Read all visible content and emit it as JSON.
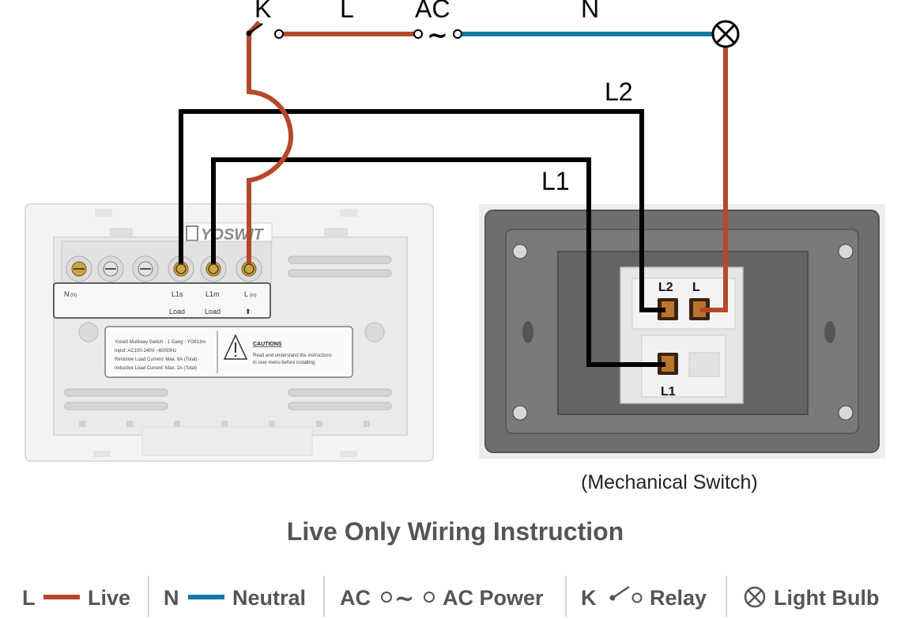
{
  "colors": {
    "live": "#b5482b",
    "neutral": "#1479a5",
    "load": "#000000",
    "text_gray": "#555555"
  },
  "top_circuit": {
    "k_label": "K",
    "l_label": "L",
    "ac_label": "AC",
    "n_label": "N",
    "ac_symbol": "~",
    "bulb_icon": "light-bulb-icon"
  },
  "wire_labels": {
    "l2": "L2",
    "l1": "L1"
  },
  "smart_switch": {
    "brand": "YOSWIT",
    "terminals": [
      {
        "top": "N",
        "sub": "(N)",
        "bottom": ""
      },
      {
        "top": "L1s",
        "sub": "",
        "bottom": "Load"
      },
      {
        "top": "L1m",
        "sub": "",
        "bottom": "Load"
      },
      {
        "top": "L",
        "sub": "(in)",
        "bottom": "⬆"
      }
    ],
    "info_lines": [
      "Yoswit Multiway Switch - 1 Gang - YO813m",
      "Input: AC100-240V ~60/50Hz",
      "Resistive Load Current: Max. 6A (Total)",
      "Inductive Load Current: Max. 2A (Total)"
    ],
    "caution_title": "CAUTIONS",
    "caution_lines": [
      "Read and understand the instructions",
      "in user menu before installing."
    ]
  },
  "mechanical_switch": {
    "terminal_l2": "L2",
    "terminal_l": "L",
    "terminal_l1": "L1",
    "caption": "(Mechanical Switch)"
  },
  "title": "Live Only Wiring Instruction",
  "legend": {
    "live_key": "L",
    "live_text": "Live",
    "neutral_key": "N",
    "neutral_text": "Neutral",
    "ac_key": "AC",
    "ac_symbol": "~",
    "ac_text": "AC Power",
    "relay_key": "K",
    "relay_text": "Relay",
    "bulb_text": "Light Bulb"
  }
}
